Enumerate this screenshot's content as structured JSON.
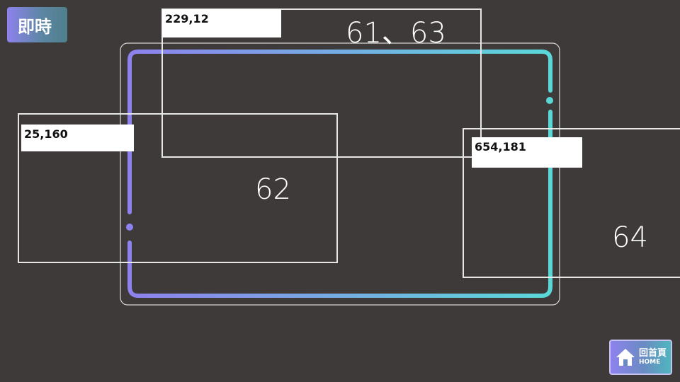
{
  "header": {
    "realtime_label": "即時"
  },
  "regions": [
    {
      "id": "r1",
      "coord": "229,12",
      "number": "61、63"
    },
    {
      "id": "r2",
      "coord": "25,160",
      "number": "62"
    },
    {
      "id": "r3",
      "coord": "654,181",
      "number": "64"
    }
  ],
  "home_button": {
    "label_zh": "回首頁",
    "label_en": "HOME"
  },
  "colors": {
    "background": "#3e3a39",
    "gradient_start": "#8e82ee",
    "gradient_end": "#5ad8d8",
    "outline": "#e6e6e6"
  },
  "icons": {
    "home": "house-icon"
  }
}
